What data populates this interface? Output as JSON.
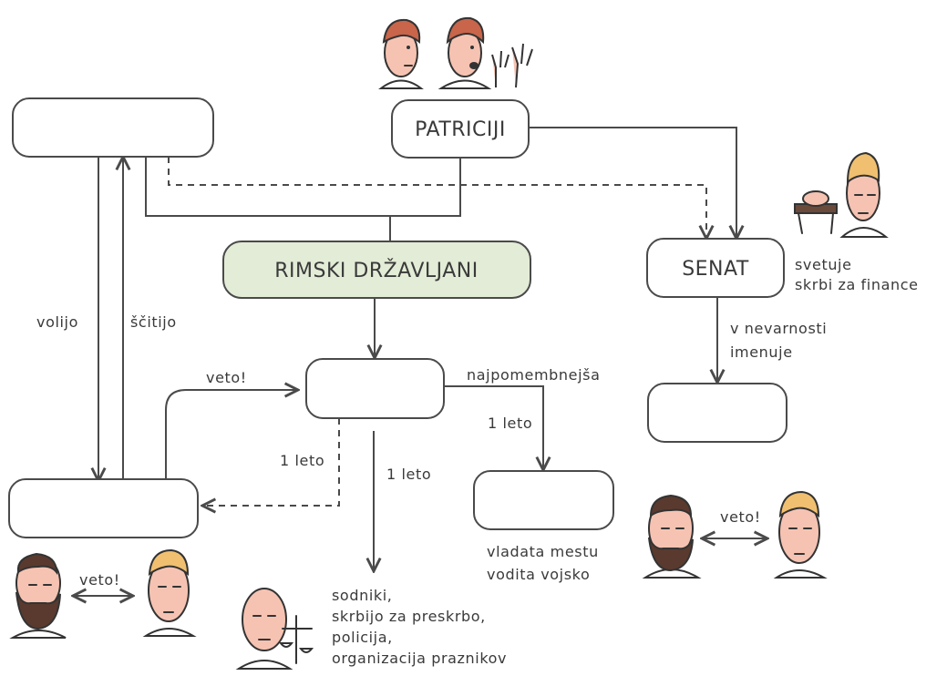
{
  "nodes": {
    "patricians": "PATRICIJI",
    "citizens": "RIMSKI DRŽAVLJANI",
    "senate": "SENAT"
  },
  "labels": {
    "elect": "volijo",
    "protect": "ščitijo",
    "veto_top": "veto!",
    "most_important": "najpomembnejša",
    "one_year_a": "1 leto",
    "one_year_b": "1 leto",
    "one_year_c": "1 leto",
    "senate_role_1": "svetuje",
    "senate_role_2": "skrbi za finance",
    "danger_1": "v nevarnosti",
    "danger_2": "imenuje",
    "consuls_role_1": "vladata mestu",
    "consuls_role_2": "vodita vojsko",
    "aediles_role_1": "sodniki,",
    "aediles_role_2": "skrbijo za preskrbo,",
    "aediles_role_3": "policija,",
    "aediles_role_4": "organizacija praznikov",
    "veto_bottom_left": "veto!",
    "veto_right": "veto!"
  },
  "colors": {
    "citizens_fill": "#e3ecd6",
    "line": "#4a4a4a"
  }
}
